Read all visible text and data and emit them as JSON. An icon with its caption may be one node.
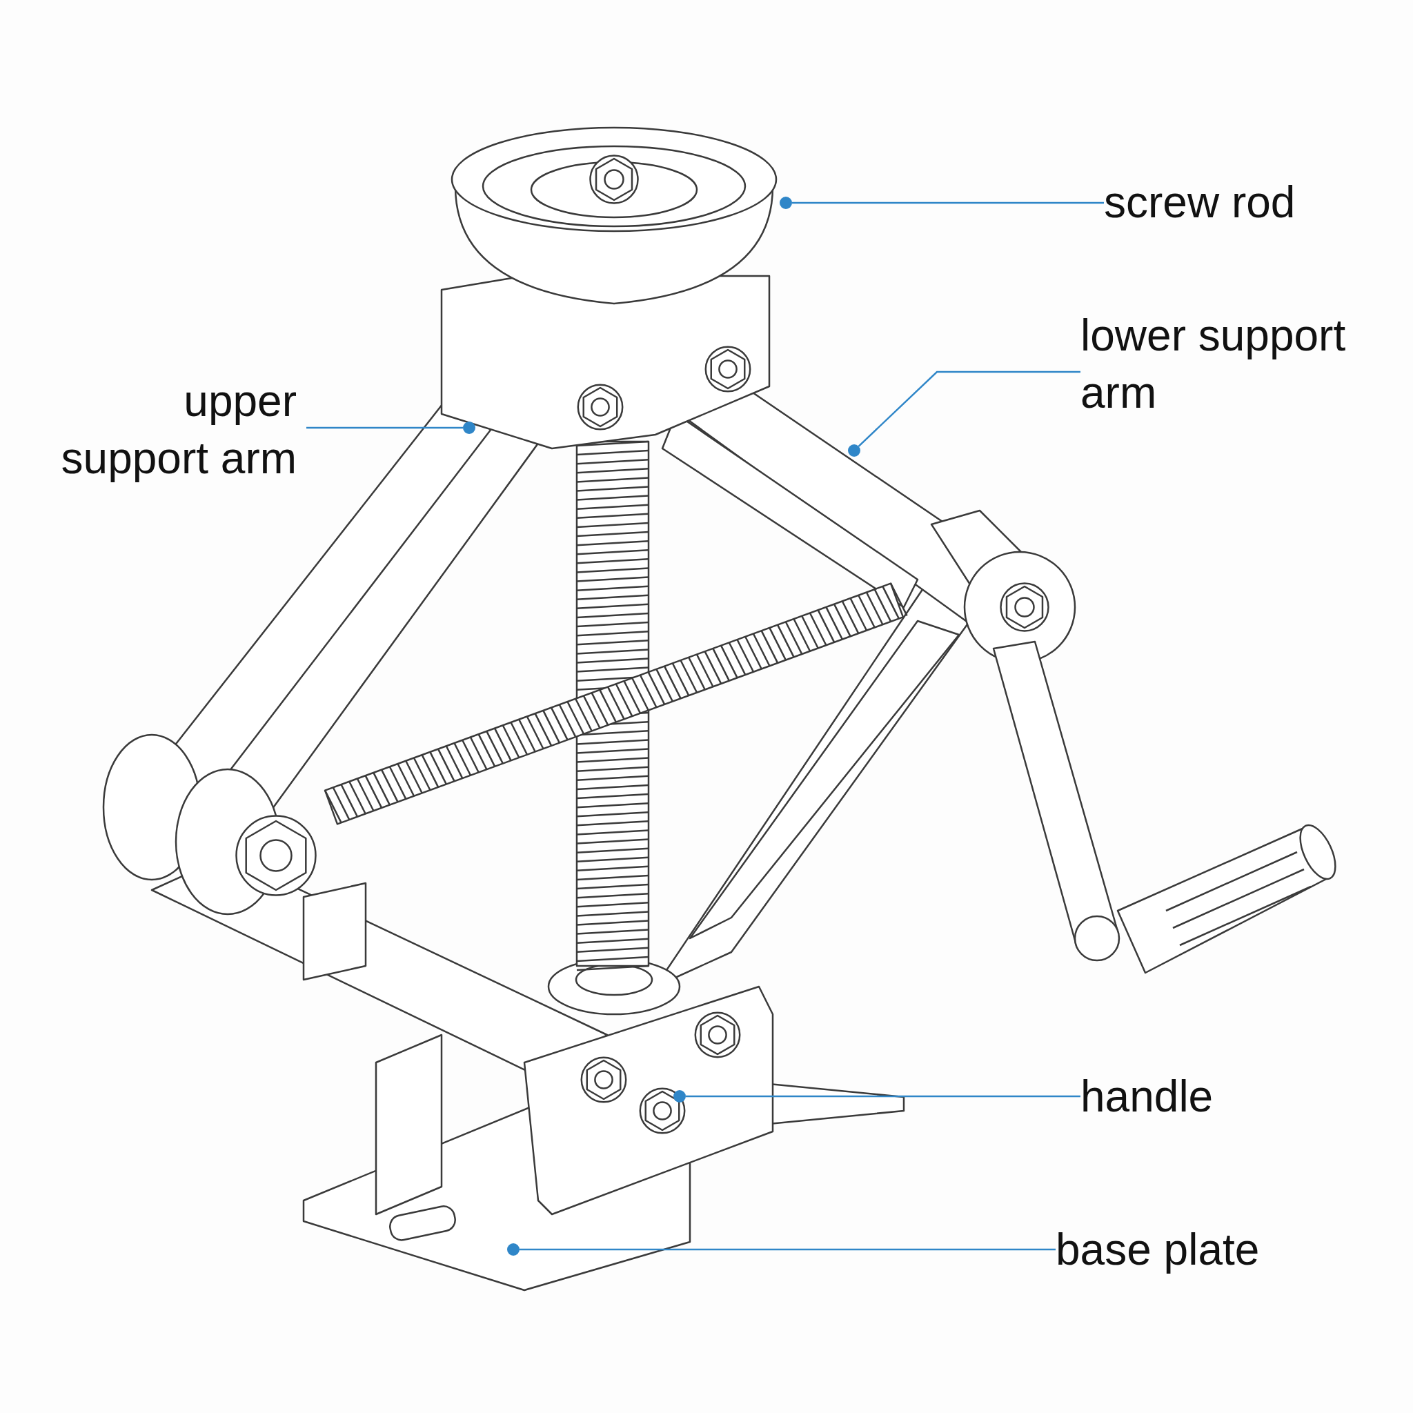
{
  "diagram": {
    "nodes": [
      {
        "text": [
          "screw rod"
        ]
      },
      {
        "text": [
          "lower support arm"
        ]
      },
      {
        "text": [
          "upper support arm"
        ]
      },
      {
        "text": [
          "handle"
        ]
      },
      {
        "text": [
          "base plate"
        ]
      },
      {
        "text": [],
        "shape": "circle"
      },
      {
        "text": [],
        "shape": "circle"
      },
      {
        "text": [],
        "shape": "circle"
      },
      {
        "text": [],
        "shape": "circle"
      },
      {
        "text": [],
        "shape": "circle"
      }
    ],
    "edges": [
      {
        "from": 0,
        "to": 5,
        "arrow": "none"
      },
      {
        "from": 1,
        "to": 6,
        "arrow": "none"
      },
      {
        "from": 2,
        "to": 7,
        "arrow": "none"
      },
      {
        "from": 3,
        "to": 8,
        "arrow": "none"
      },
      {
        "from": 4,
        "to": 9,
        "arrow": "none"
      }
    ]
  }
}
